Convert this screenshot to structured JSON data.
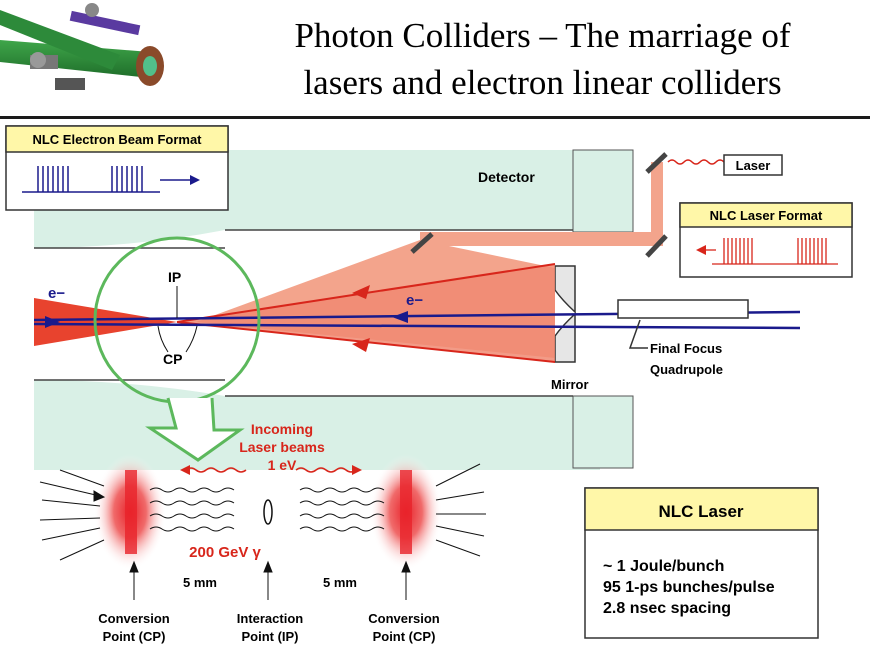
{
  "title": {
    "line1": "Photon Colliders – The marriage of",
    "line2": "lasers and electron linear colliders"
  },
  "electron_beam_format": {
    "label": "NLC Electron Beam Format"
  },
  "laser_format": {
    "label": "NLC Laser Format"
  },
  "labels": {
    "detector": "Detector",
    "laser": "Laser",
    "electron_left": "e−",
    "electron_right": "e−",
    "ip": "IP",
    "cp": "CP",
    "mirror": "Mirror",
    "final_focus_1": "Final Focus",
    "final_focus_2": "Quadrupole",
    "incoming_1": "Incoming",
    "incoming_2": "Laser beams",
    "energy_laser": "1 eV",
    "energy_gamma": "200 GeV γ",
    "dist_left": "5 mm",
    "dist_right": "5 mm",
    "cp_left_1": "Conversion",
    "cp_left_2": "Point (CP)",
    "ip_1": "Interaction",
    "ip_2": "Point (IP)",
    "cp_right_1": "Conversion",
    "cp_right_2": "Point (CP)"
  },
  "laser_box": {
    "title": "NLC Laser",
    "lines": [
      "~ 1 Joule/bunch",
      "95 1-ps bunches/pulse",
      "2.8 nsec spacing"
    ]
  },
  "colors": {
    "detector_fill": "#d9f0e6",
    "beam_red": "#e8432e",
    "laser_salmon": "#f3a48c",
    "electron_blue": "#1a1a8c",
    "highlight_green": "#5cb85c",
    "label_red": "#d8261b",
    "box_yellow": "#fff7a8"
  }
}
